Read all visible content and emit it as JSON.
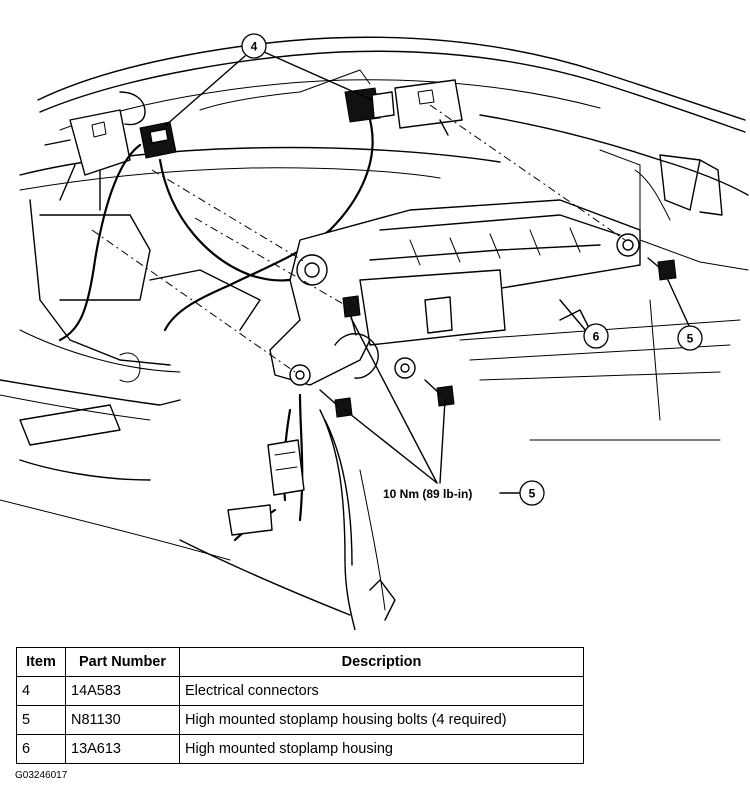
{
  "callouts": {
    "c4": "4",
    "c5_right": "5",
    "c6": "6",
    "c5_torque": "5",
    "torque_label": "10 Nm (89 lb-in)"
  },
  "table": {
    "headers": [
      "Item",
      "Part Number",
      "Description"
    ],
    "rows": [
      [
        "4",
        "14A583",
        "Electrical connectors"
      ],
      [
        "5",
        "N81130",
        "High mounted stoplamp housing bolts (4 required)"
      ],
      [
        "6",
        "13A613",
        "High mounted stoplamp housing"
      ]
    ]
  },
  "figure_id": "G03246017"
}
